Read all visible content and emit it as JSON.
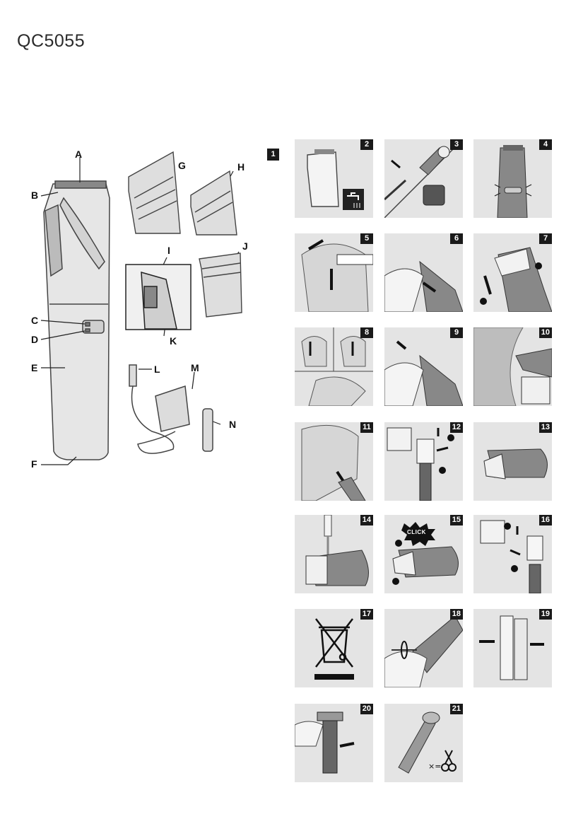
{
  "header": {
    "model": "QC5055"
  },
  "overview_labels": {
    "A": "A",
    "B": "B",
    "C": "C",
    "D": "D",
    "E": "E",
    "F": "F",
    "G": "G",
    "H": "H",
    "I": "I",
    "J": "J",
    "K": "K",
    "L": "L",
    "M": "M",
    "N": "N"
  },
  "steps": {
    "first": "1",
    "items": [
      "2",
      "3",
      "4",
      "5",
      "6",
      "7",
      "8",
      "9",
      "10",
      "11",
      "12",
      "13",
      "14",
      "15",
      "16",
      "17",
      "18",
      "19",
      "20",
      "21"
    ]
  },
  "click_text": "CLICK",
  "icons": [
    "faucet-icon",
    "crossed-bin-icon",
    "scissors-icon",
    "arrow-icon"
  ]
}
